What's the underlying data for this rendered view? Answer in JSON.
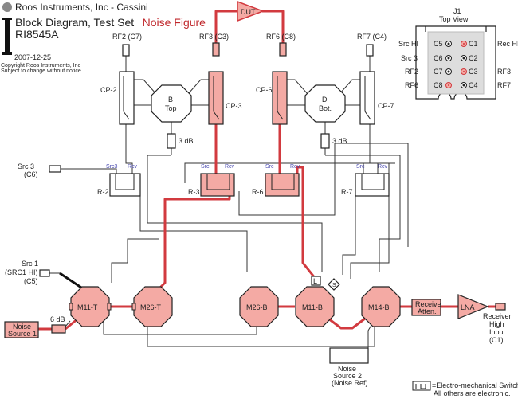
{
  "header": {
    "company": "Roos Instruments, Inc - Cassini",
    "title": "Block Diagram, Test Set",
    "highlight": "Noise Figure",
    "model": "RI8545A",
    "date": "2007-12-25",
    "copyright": "Copyright Roos Instruments, Inc",
    "notice": "Subject to change without notice"
  },
  "top_view": {
    "title": "J1",
    "subtitle": "Top View",
    "left_labels": [
      "Src HI",
      "Src 3",
      "RF2",
      "RF6"
    ],
    "inner_left": [
      "C5",
      "C6",
      "C7",
      "C8"
    ],
    "inner_right": [
      "C1",
      "C2",
      "C3",
      "C4"
    ],
    "right_labels": [
      "Rec HI",
      "",
      "RF3",
      "RF7"
    ],
    "highlighted": [
      "C1",
      "C3",
      "C8"
    ]
  },
  "connectors": {
    "rf2": "RF2 (C7)",
    "rf3": "RF3 (C3)",
    "rf6": "RF6 (C8)",
    "rf7": "RF7 (C4)"
  },
  "dut": "DUT",
  "couplers": {
    "cp2": "CP-2",
    "cp3": "CP-3",
    "cp6": "CP-6",
    "cp7": "CP-7"
  },
  "octagons": {
    "b_top_1": "B",
    "b_top_2": "Top",
    "d_bot_1": "D",
    "d_bot_2": "Bot."
  },
  "attenuators": {
    "top_left": "3 dB",
    "top_right": "3 dB",
    "noise": "6 dB"
  },
  "receivers": {
    "r2": "R-2",
    "r3": "R-3",
    "r6": "R-6",
    "r7": "R-7",
    "port_src": "Src",
    "port_rcv": "Rcv",
    "port_src3": "Src3"
  },
  "src3": {
    "line1": "Src 3",
    "line2": "(C6)"
  },
  "src1": {
    "line1": "Src 1",
    "line2": "(SRC1 HI)",
    "line3": "(C5)"
  },
  "switches": {
    "m11t": "M11-T",
    "m26t": "M26-T",
    "m26b": "M26-B",
    "m11b": "M11-B",
    "m14b": "M14-B"
  },
  "markers": {
    "l": "L",
    "s": "S"
  },
  "noise_source_1": {
    "line1": "Noise",
    "line2": "Source 1"
  },
  "noise_source_2": {
    "line1": "Noise",
    "line2": "Source 2",
    "line3": "(Noise Ref)"
  },
  "receive_atten": {
    "line1": "Receive",
    "line2": "Atten."
  },
  "lna": "LNA",
  "receiver_input": {
    "line1": "Receiver",
    "line2": "High",
    "line3": "Input",
    "line4": "(C1)"
  },
  "legend": {
    "line1": "=Electro-mechanical Switch.",
    "line2": "All others are electronic."
  },
  "colors": {
    "highlight": "#d23a3f",
    "fill_pink": "#f4aaa4",
    "line": "#333333"
  }
}
